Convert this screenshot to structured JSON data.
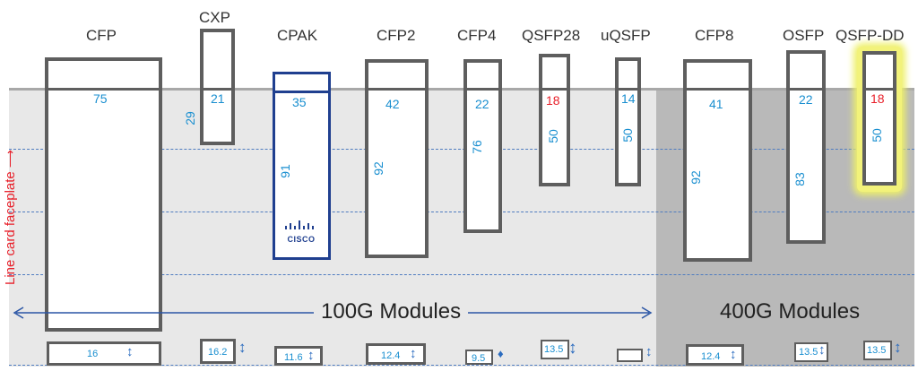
{
  "modules_100g": [
    {
      "name": "CFP",
      "top": "75",
      "side": "",
      "width": "16"
    },
    {
      "name": "CXP",
      "top": "21",
      "side": "29",
      "width": "16.2"
    },
    {
      "name": "CPAK",
      "top": "35",
      "side": "91",
      "width": "11.6"
    },
    {
      "name": "CFP2",
      "top": "42",
      "side": "92",
      "width": "12.4"
    },
    {
      "name": "CFP4",
      "top": "22",
      "side": "76",
      "width": "9.5"
    },
    {
      "name": "QSFP28",
      "top": "18",
      "side": "50",
      "width": "13.5"
    },
    {
      "name": "uQSFP",
      "top": "14",
      "side": "50",
      "width": ""
    }
  ],
  "modules_400g": [
    {
      "name": "CFP8",
      "top": "41",
      "side": "92",
      "width": "12.4"
    },
    {
      "name": "OSFP",
      "top": "22",
      "side": "83",
      "width": "13.5"
    },
    {
      "name": "QSFP-DD",
      "top": "18",
      "side": "50",
      "width": "13.5"
    }
  ],
  "labels": {
    "group_100g": "100G Modules",
    "group_400g": "400G Modules",
    "line_card_faceplate": "Line card faceplate",
    "cpak_logo_text": "CISCO"
  },
  "colors": {
    "dimension_blue": "#1a8fd0",
    "highlight_red": "#e8202a",
    "panel_100g": "#e8e8e8",
    "panel_400g": "#b9b9b9",
    "cisco_blue": "#1f3f8f"
  }
}
